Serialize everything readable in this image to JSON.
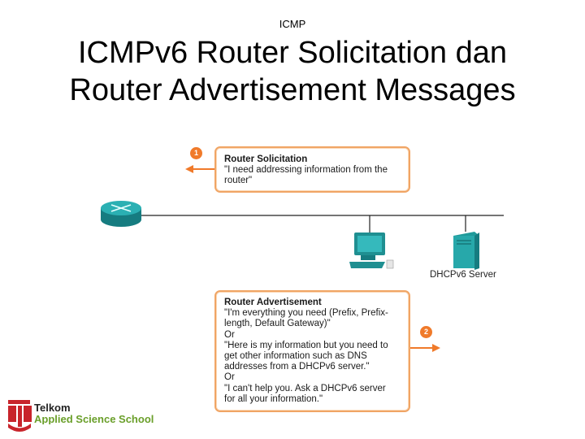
{
  "header": {
    "section": "ICMP",
    "title_line1": "ICMPv6 Router Solicitation dan",
    "title_line2": "Router Advertisement Messages"
  },
  "steps": {
    "step1_badge": "1",
    "step2_badge": "2"
  },
  "router_solicitation": {
    "title": "Router Solicitation",
    "lines": [
      "\"I need addressing information from the",
      "router\""
    ]
  },
  "router_advertisement": {
    "title": "Router Advertisement",
    "lines": [
      "\"I'm everything you need (Prefix, Prefix-",
      "length, Default Gateway)\"",
      "Or",
      "\"Here is my information but you need to",
      "get other information such as DNS",
      "addresses from a DHCPv6 server.\"",
      "Or",
      "\"I can't help you. Ask a DHCPv6 server",
      "for all your information.\""
    ]
  },
  "devices": {
    "server_label": "DHCPv6 Server"
  },
  "branding": {
    "line1": "Telkom",
    "line2": "Applied Science School"
  },
  "colors": {
    "arrow": "#f07a2a",
    "box_border": "#f0a565",
    "device_teal": "#1f9a9a",
    "logo_red": "#c8242b",
    "logo_green": "#6a9f2a"
  }
}
